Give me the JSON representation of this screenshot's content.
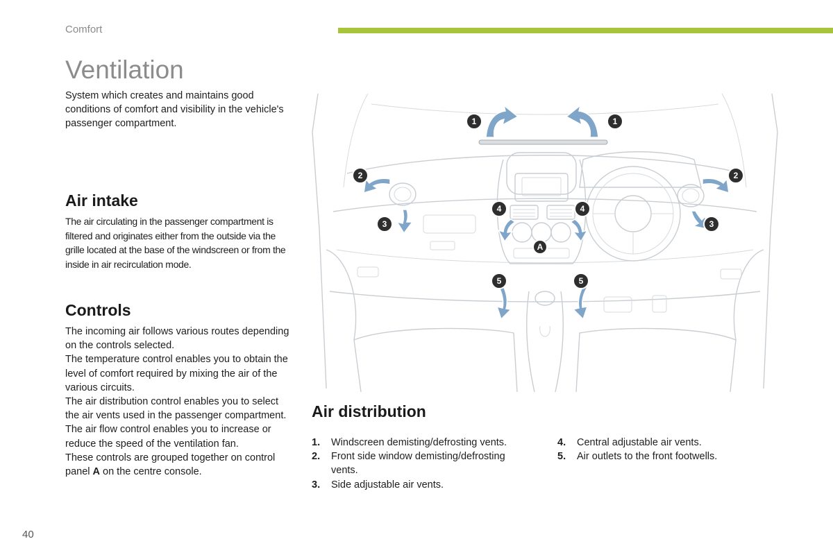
{
  "header": {
    "section": "Comfort",
    "accent_color": "#a8c43a"
  },
  "page": {
    "title": "Ventilation",
    "number": "40"
  },
  "intro": "System which creates and maintains good conditions of comfort and visibility in the vehicle's passenger compartment.",
  "air_intake": {
    "heading": "Air intake",
    "text": "The air circulating in the passenger compartment is filtered and originates either from the outside via the grille located at the base of the windscreen or from the inside in air recirculation mode."
  },
  "controls": {
    "heading": "Controls",
    "p1": "The incoming air follows various routes depending on the controls selected.",
    "p2": "The temperature control enables you to obtain the level of comfort required by mixing the air of the various circuits.",
    "p3": "The air distribution control enables you to select the air vents used in the passenger compartment.",
    "p4": "The air flow control enables you to increase or reduce the speed of the ventilation fan.",
    "p5_before": "These controls are grouped together on control panel ",
    "p5_bold": "A",
    "p5_after": " on the centre console."
  },
  "distribution": {
    "heading": "Air distribution",
    "items": [
      {
        "num": "1.",
        "text": "Windscreen demisting/defrosting vents."
      },
      {
        "num": "2.",
        "text": "Front side window demisting/defrosting vents."
      },
      {
        "num": "3.",
        "text": "Side adjustable air vents."
      },
      {
        "num": "4.",
        "text": "Central adjustable air vents."
      },
      {
        "num": "5.",
        "text": "Air outlets to the front footwells."
      }
    ]
  },
  "diagram": {
    "badges": {
      "b1": "1",
      "b2": "2",
      "b3": "3",
      "b4": "4",
      "b5": "5",
      "bA": "A"
    },
    "arrow_color": "#7fa6c9",
    "badge_color": "#2e2e2e"
  }
}
